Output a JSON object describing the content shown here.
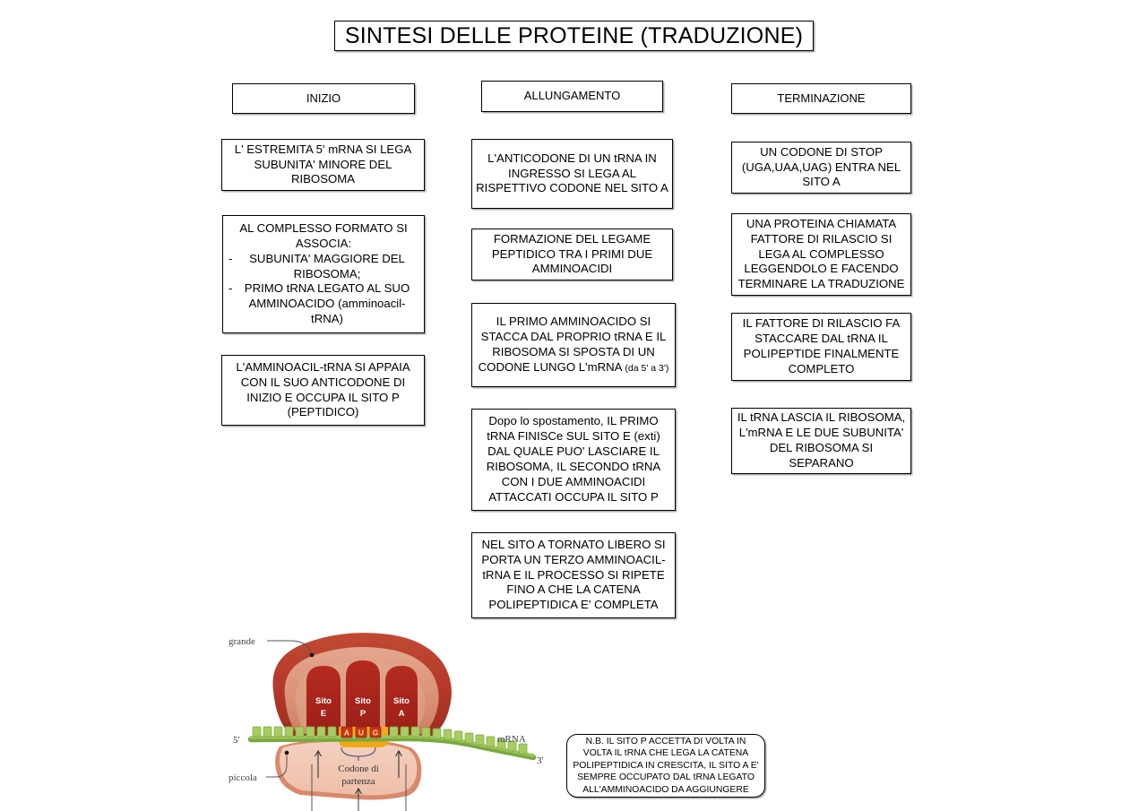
{
  "title": "SINTESI DELLE PROTEINE (TRADUZIONE)",
  "phases": {
    "inizio": {
      "header": "INIZIO",
      "steps": [
        "L' ESTREMITA 5'  mRNA SI LEGA SUBUNITA' MINORE DEL RIBOSOMA",
        {
          "intro": "AL COMPLESSO FORMATO SI ASSOCIA:",
          "dash": "-",
          "bullets": [
            "SUBUNITA' MAGGIORE DEL RIBOSOMA;",
            "PRIMO tRNA LEGATO AL SUO AMMINOACIDO  (amminoacil-tRNA)"
          ]
        },
        "L'AMMINOACIL-tRNA SI APPAIA CON IL SUO ANTICODONE DI INIZIO E OCCUPA IL SITO P (PEPTIDICO)"
      ]
    },
    "allungamento": {
      "header": "ALLUNGAMENTO",
      "steps": [
        "L'ANTICODONE DI UN tRNA IN INGRESSO SI LEGA AL RISPETTIVO CODONE NEL SITO A",
        "FORMAZIONE DEL LEGAME PEPTIDICO TRA I PRIMI DUE AMMINOACIDI",
        {
          "main": "IL PRIMO AMMINOACIDO SI STACCA DAL PROPRIO tRNA E IL RIBOSOMA SI SPOSTA DI UN CODONE LUNGO L'mRNA",
          "note": "(da 5' a 3')"
        },
        "Dopo lo spostamento, IL PRIMO tRNA FINISCe SUL SITO E (exti) DAL QUALE PUO' LASCIARE IL RIBOSOMA, IL SECONDO tRNA CON I DUE AMMINOACIDI ATTACCATI OCCUPA IL SITO P",
        "NEL SITO A TORNATO LIBERO SI PORTA UN TERZO AMMINOACIL-tRNA E IL PROCESSO SI RIPETE FINO A CHE LA CATENA POLIPEPTIDICA E' COMPLETA"
      ]
    },
    "terminazione": {
      "header": "TERMINAZIONE",
      "steps": [
        "UN CODONE  DI STOP (UGA,UAA,UAG) ENTRA NEL SITO A",
        "UNA PROTEINA CHIAMATA FATTORE DI RILASCIO SI LEGA AL COMPLESSO LEGGENDOLO  E FACENDO TERMINARE LA TRADUZIONE",
        "IL FATTORE DI RILASCIO FA STACCARE DAL tRNA IL POLIPEPTIDE FINALMENTE COMPLETO",
        "IL tRNA LASCIA IL RIBOSOMA, L'mRNA E LE DUE SUBUNITA' DEL RIBOSOMA SI SEPARANO"
      ]
    }
  },
  "note": "N.B. IL SITO P ACCETTA DI VOLTA IN VOLTA IL tRNA CHE LEGA LA CATENA POLIPEPTIDICA IN CRESCITA, IL SITO A E' SEMPRE OCCUPATO DAL tRNA LEGATO ALL'AMMINOACIDO DA AGGIUNGERE",
  "diagram": {
    "label_grande": "grande",
    "label_piccola": "piccola",
    "label_sito_e_1": "Sito",
    "label_sito_e_2": "E",
    "label_sito_p_1": "Sito",
    "label_sito_p_2": "P",
    "label_sito_a_1": "Sito",
    "label_sito_a_2": "A",
    "label_mrna": "mRNA",
    "label_five_prime": "5'",
    "label_three_prime": "3'",
    "label_codone_1": "Codone di",
    "label_codone_2": "partenza",
    "codon_a": "A",
    "codon_u": "U",
    "codon_g": "G",
    "colors": {
      "large_subunit_outer": "#b5382a",
      "large_subunit_inner": "#d99176",
      "site_fill": "#a8241c",
      "small_subunit": "#f0c3b0",
      "small_subunit_edge": "#d9896a",
      "mrna_green": "#8cb84a",
      "mrna_block": "#a8cc62",
      "codon_highlight": "#f0a818",
      "label_text": "#444444"
    }
  }
}
